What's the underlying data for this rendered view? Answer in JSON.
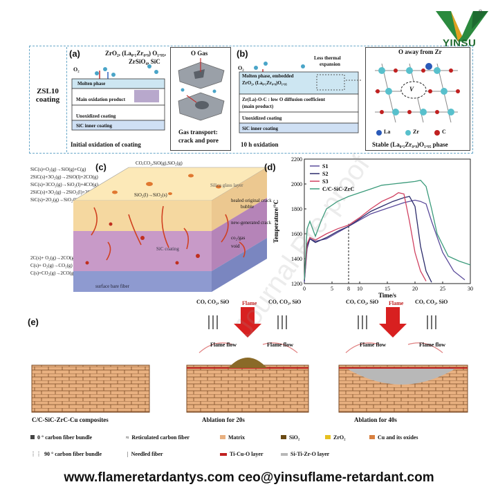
{
  "logo": {
    "text": "YINSU",
    "reg": "®"
  },
  "panel_a": {
    "label": "(a)",
    "side_title_1": "ZSL10",
    "side_title_2": "coating",
    "formula_1": "ZrO₂, (La₀.₁Zr₀.₉) O₁.₉₅,",
    "formula_2": "ZrSiO₄, SiC",
    "o2": "O₂",
    "layers": [
      "Molten phase",
      "Main oxidation product",
      "Unoxidized coating",
      "SiC inner coating"
    ],
    "caption": "Initial oxidation of coating",
    "gas_label": "O Gas",
    "gas_caption_1": "Gas transport:",
    "gas_caption_2": "crack and pore"
  },
  "panel_b": {
    "label": "(b)",
    "o2": "O₂",
    "less_thermal_1": "Less thermal",
    "less_thermal_2": "expansion",
    "layer_molten_1": "Molten phase, embedded",
    "layer_molten_2": "ZrO₂, (La₀.₁Zr₀.₉)O₁.₉₅",
    "layer_main_1": "Zr(La)-O-C : low O diffusion coefficient",
    "layer_main_2": "(main product)",
    "layer_unox": "Unoxidized coating",
    "layer_sic": "SiC inner coating",
    "caption": "10 h oxidation",
    "crystal_top": "O away from Zr",
    "vacancy": "V",
    "legend": [
      "La",
      "Zr",
      "C"
    ],
    "crystal_caption": "Stable (La₀.₁Zr₀.₉)O₁.₉₅ phase"
  },
  "panel_c": {
    "label": "(c)",
    "top_gas": "CO,CO₂,SiO(g),SiO₂(g)",
    "reactions_top": [
      "SiC(s)+O₂(g)→SiO(g)+C(g)",
      "2SiC(s)+3O₂(g)→2SiO(l)+2CO(g)",
      "SiC(s)+3CO₂(g)→SiO₂(l)+4CO(g)",
      "2SiC(s)+3O₂(g)→2SiO₂(l)+2CO(g)",
      "SiC(s)+2O₂(g)→SiO₂(l)+CO₂(g)"
    ],
    "reactions_bottom": [
      "2C(s)+ O₂(g)→2CO(g)",
      "C(s)+ O₂(g)→CO₂(g)",
      "C(s)+CO₂(g)→2CO(g)"
    ],
    "sio2_reaction": "SiO₂(l)→SiO₂(s)",
    "layer_glass": "Silica glass layer",
    "layer_sic": "SiC coating",
    "layer_fiber": "surface bare fiber",
    "callouts": [
      "healed original crack",
      "bubble",
      "new-generated crack",
      "co₂/gas",
      "void"
    ]
  },
  "panel_d": {
    "label": "(d)",
    "chart_data": {
      "type": "line",
      "xlabel": "Time/s",
      "ylabel": "Temperature/°C",
      "xlim": [
        0,
        30
      ],
      "ylim": [
        1200,
        2200
      ],
      "xticks": [
        0,
        5,
        8,
        10,
        15,
        20,
        25,
        30
      ],
      "yticks": [
        1200,
        1400,
        1600,
        1800,
        2000,
        2200
      ],
      "marker_x": 8,
      "series": [
        {
          "name": "S1",
          "color": "#5a4a9a",
          "x": [
            0,
            0.5,
            1,
            2,
            4,
            6,
            8,
            10,
            12,
            14,
            16,
            18,
            20,
            21,
            22,
            23,
            25,
            27,
            29
          ],
          "y": [
            1210,
            1480,
            1560,
            1540,
            1560,
            1610,
            1660,
            1710,
            1760,
            1790,
            1820,
            1850,
            1870,
            1860,
            1840,
            1700,
            1450,
            1300,
            1230
          ]
        },
        {
          "name": "S2",
          "color": "#2a2a6a",
          "x": [
            0,
            0.5,
            1,
            2,
            4,
            6,
            8,
            10,
            12,
            14,
            16,
            18,
            19,
            20,
            21,
            22,
            23
          ],
          "y": [
            1220,
            1500,
            1560,
            1530,
            1570,
            1620,
            1660,
            1720,
            1780,
            1820,
            1860,
            1890,
            1900,
            1820,
            1500,
            1300,
            1210
          ]
        },
        {
          "name": "S3",
          "color": "#d04060",
          "x": [
            0,
            0.5,
            1,
            2,
            4,
            6,
            8,
            10,
            12,
            14,
            16,
            17,
            18,
            19,
            20,
            21,
            22
          ],
          "y": [
            1230,
            1520,
            1570,
            1550,
            1600,
            1640,
            1670,
            1730,
            1800,
            1860,
            1900,
            1930,
            1920,
            1700,
            1450,
            1300,
            1220
          ]
        },
        {
          "name": "C/C-SiC-ZrC",
          "color": "#3a9a7a",
          "x": [
            0,
            0.5,
            1,
            2,
            3,
            4,
            6,
            8,
            10,
            12,
            14,
            16,
            18,
            20,
            21,
            22,
            23,
            24,
            26,
            28,
            30
          ],
          "y": [
            1230,
            1640,
            1700,
            1580,
            1700,
            1800,
            1860,
            1900,
            1930,
            1960,
            1990,
            2000,
            2010,
            2020,
            2030,
            1980,
            1800,
            1600,
            1420,
            1380,
            1350
          ]
        }
      ]
    }
  },
  "panel_e": {
    "label": "(e)",
    "gas_left": "CO, CO₂, SiO",
    "gas_right": "CO, CO₂, SiO",
    "flame": "Flame",
    "flame_flow": "Flame flow",
    "captions": [
      "C/C-SiC-ZrC-Cu composites",
      "Ablation for 20s",
      "Ablation for 40s"
    ],
    "legend_row1": [
      "0 ° carbon fiber bundle",
      "Reticulated carbon fiber",
      "Matrix",
      "SiO₂",
      "ZrO₂",
      "Cu and its oxides"
    ],
    "legend_row2": [
      "90 ° carbon fiber bundle",
      "Needled fiber",
      "Ti-Cu-O layer",
      "Si-Ti-Zr-O layer"
    ]
  },
  "watermark": "Journal Pre-proof",
  "footer": "www.flameretardantys.com ceo@yinsuflame-retardant.com"
}
